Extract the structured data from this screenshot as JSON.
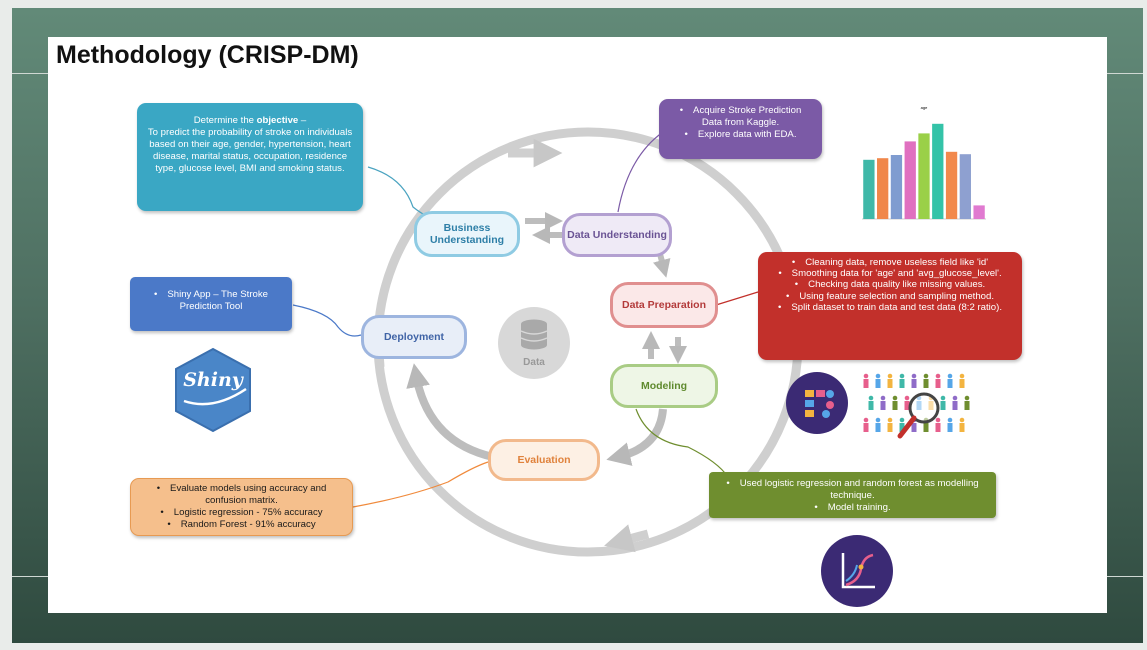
{
  "slide": {
    "title": "Methodology (CRISP-DM)",
    "phases": {
      "business": "Business Understanding",
      "data_understanding": "Data Understanding",
      "data_preparation": "Data Preparation",
      "modeling": "Modeling",
      "evaluation": "Evaluation",
      "deployment": "Deployment",
      "center": "Data"
    },
    "callouts": {
      "objective": {
        "prefix": "Determine the ",
        "bold": "objective",
        "suffix": " –",
        "body": "To predict the probability of stroke on individuals based on their age, gender, hypertension, heart disease, marital status, occupation, residence type, glucose level, BMI and smoking status."
      },
      "data_understanding": [
        "Acquire Stroke Prediction Data from Kaggle.",
        "Explore data with EDA."
      ],
      "data_preparation": [
        "Cleaning data, remove useless field like 'id'",
        "Smoothing data for 'age' and 'avg_glucose_level'.",
        "Checking data quality like missing values.",
        "Using feature selection and sampling method.",
        "Split dataset to train data and test data (8:2 ratio)."
      ],
      "deployment": [
        "Shiny App – The Stroke Prediction Tool"
      ],
      "evaluation": [
        "Evaluate models using accuracy and confusion matrix.",
        "Logistic regression - 75% accuracy",
        "Random Forest - 91% accuracy"
      ],
      "modeling": [
        "Used logistic regression and random forest as modelling technique.",
        "Model training."
      ]
    },
    "shiny_logo_text": "Shiny",
    "mini_chart": {
      "title": "age",
      "colors": [
        "#3fb8a8",
        "#f0874a",
        "#7f9cd0",
        "#e070c0",
        "#9ad048",
        "#34c3a8",
        "#f2894c",
        "#8ea0d0",
        "#e07ad0"
      ]
    }
  },
  "chart_data": {
    "type": "bar",
    "title": "age",
    "categories": [
      "",
      "",
      "",
      "",
      "",
      "",
      "",
      "",
      ""
    ],
    "values": [
      0.74,
      0.76,
      0.8,
      0.97,
      1.07,
      1.19,
      0.84,
      0.81,
      0.17
    ],
    "ylim": [
      0,
      1.3
    ]
  }
}
